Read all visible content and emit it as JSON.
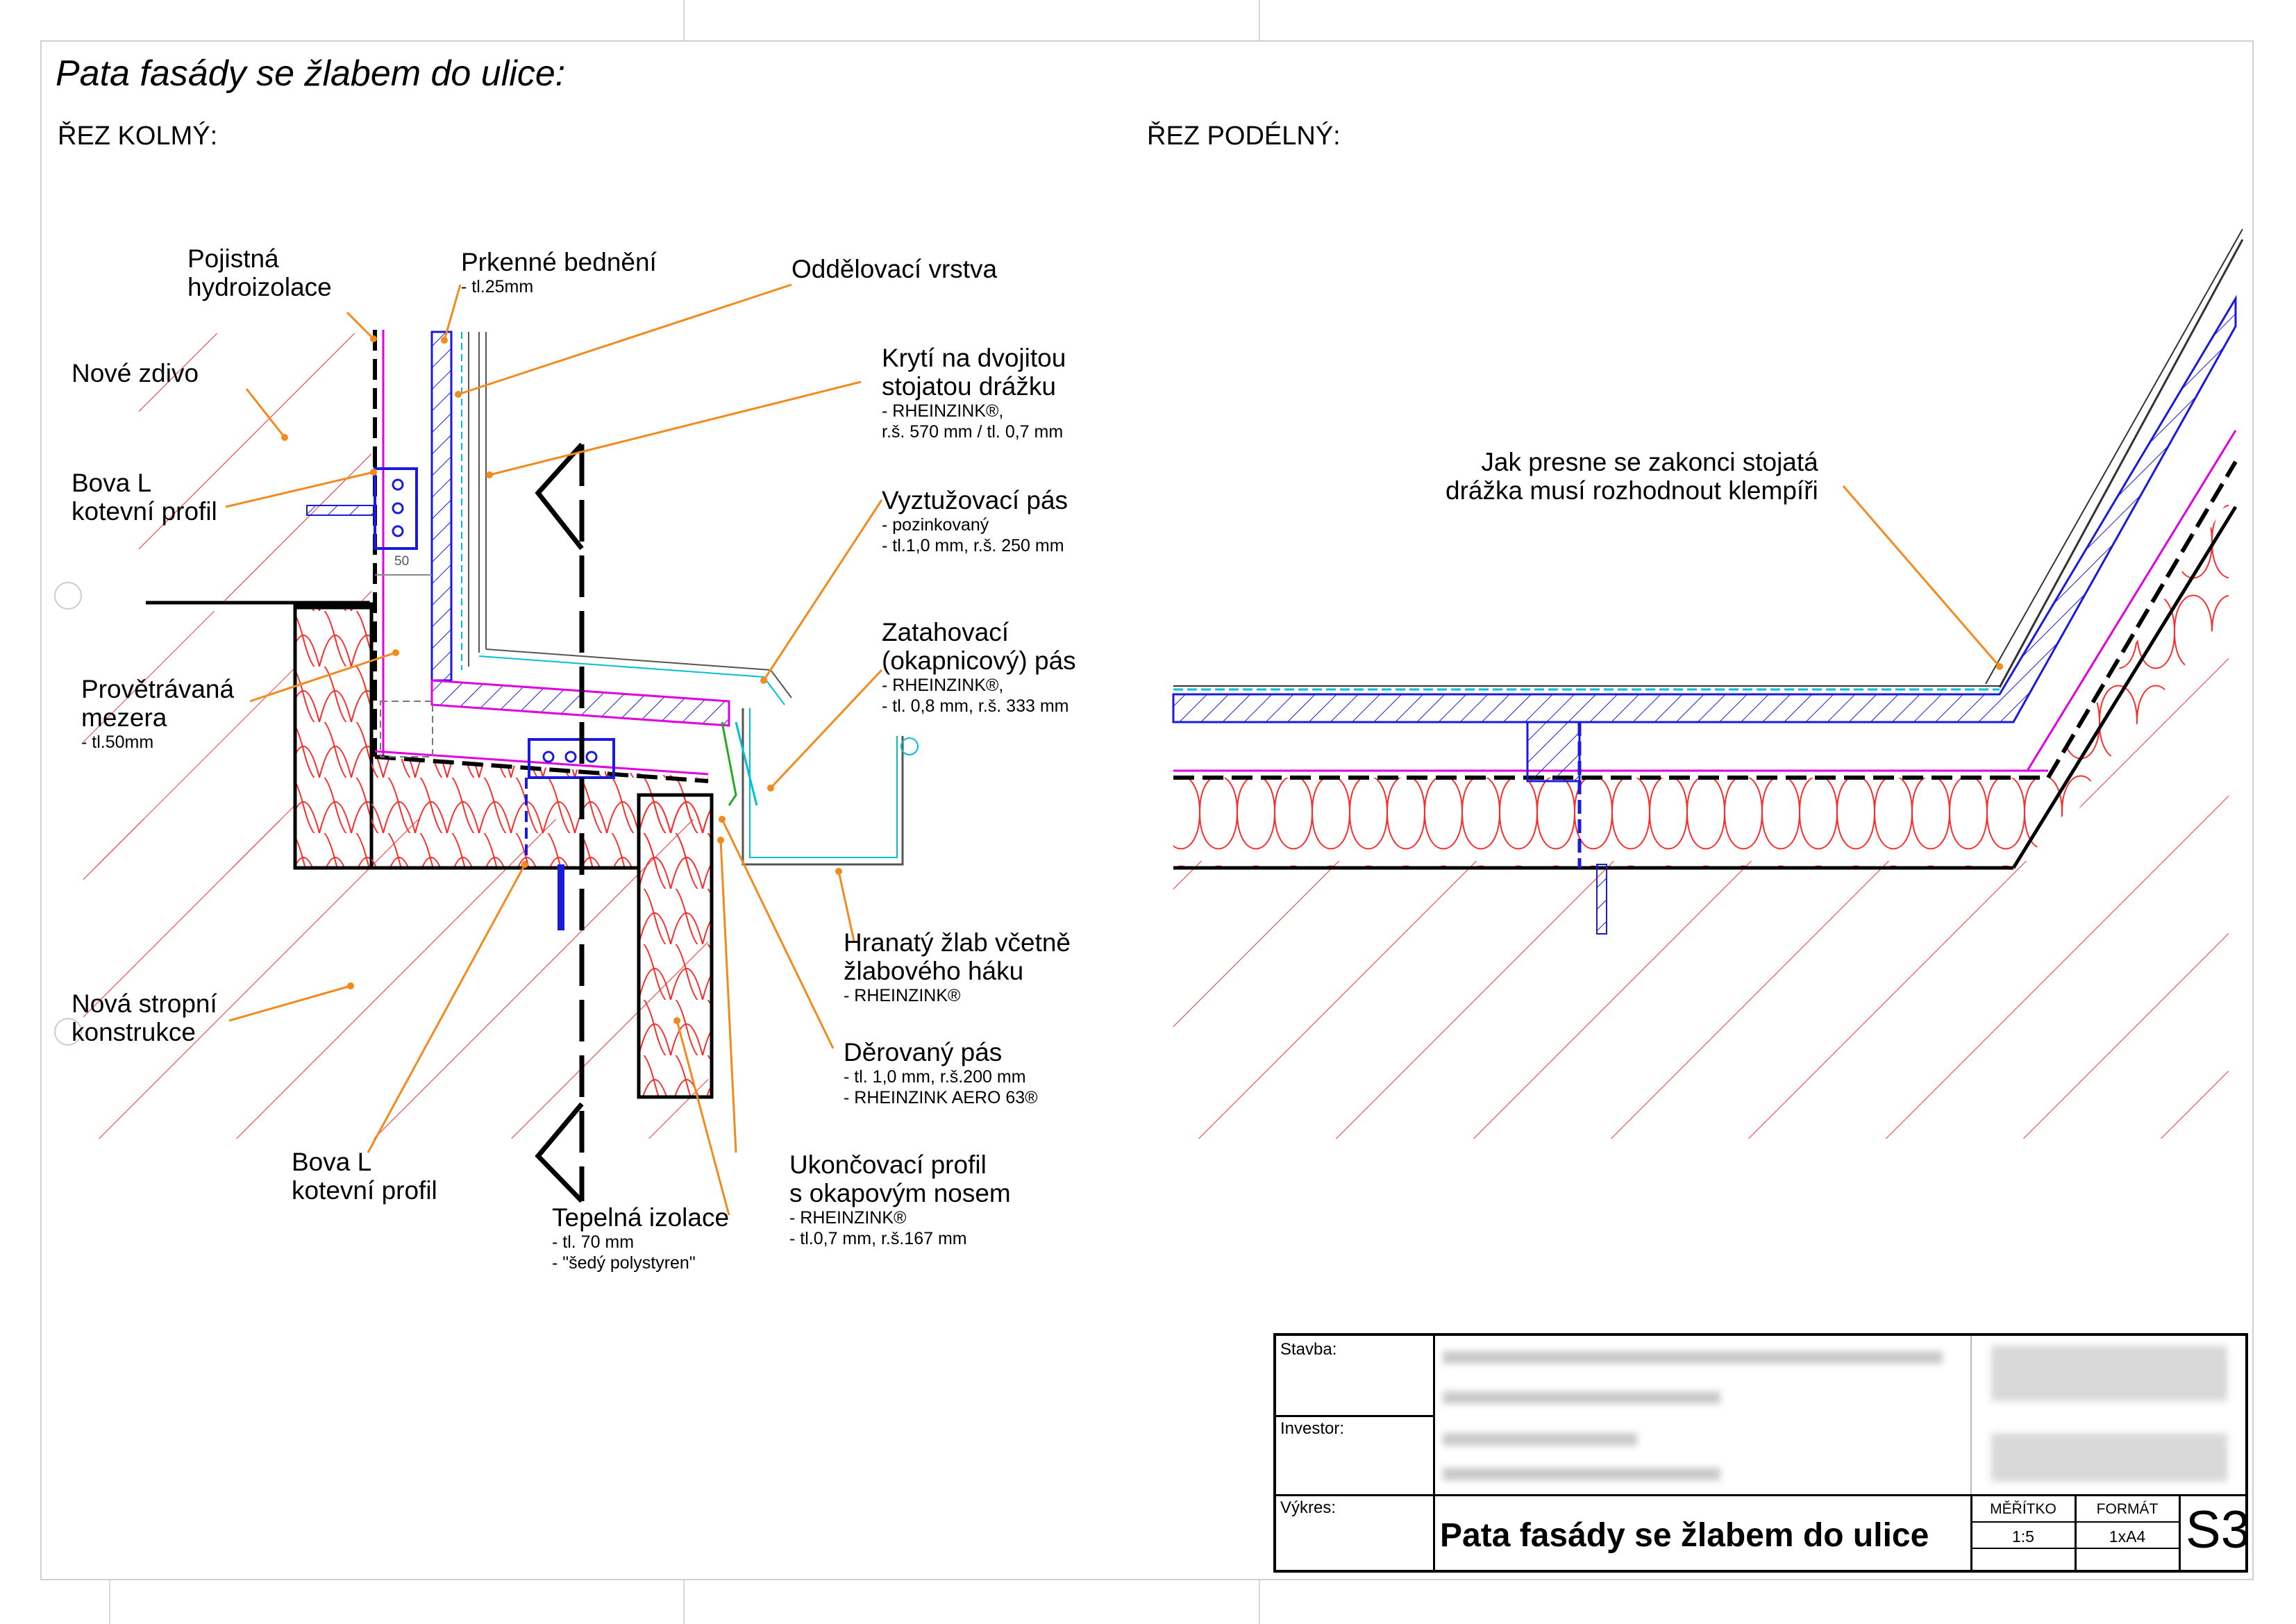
{
  "title": "Pata fasády se žlabem do ulice:",
  "sections": {
    "left": "ŘEZ KOLMÝ:",
    "right": "ŘEZ PODÉLNÝ:"
  },
  "labels": {
    "pojistna": {
      "line1": "Pojistná",
      "line2": "hydroizolace"
    },
    "prkenne": {
      "main": "Prkenné bednění",
      "sub1": "- tl.25mm"
    },
    "oddelovaci": {
      "main": "Oddělovací vrstva"
    },
    "kryti": {
      "line1": "Krytí na dvojitou",
      "line2": "stojatou drážku",
      "sub1": "- RHEINZINK®,",
      "sub2": "r.š. 570 mm / tl. 0,7 mm"
    },
    "nove_zdivo": {
      "main": "Nové zdivo"
    },
    "bova_top": {
      "line1": "Bova L",
      "line2": "kotevní profil"
    },
    "dimension_50": "50",
    "vyztuzovaci": {
      "main": "Vyztužovací pás",
      "sub1": "- pozinkovaný",
      "sub2": "- tl.1,0 mm, r.š. 250 mm"
    },
    "zatahovaci": {
      "line1": "Zatahovací",
      "line2": "(okapnicový) pás",
      "sub1": "- RHEINZINK®,",
      "sub2": "- tl. 0,8 mm, r.š. 333 mm"
    },
    "provetravana": {
      "line1": "Provětrávaná",
      "line2": "mezera",
      "sub1": "- tl.50mm"
    },
    "hranaty": {
      "line1": "Hranatý žlab včetně",
      "line2": "žlabového háku",
      "sub1": "- RHEINZINK®"
    },
    "derovany": {
      "main": "Děrovaný pás",
      "sub1": "- tl. 1,0 mm, r.š.200 mm",
      "sub2": "- RHEINZINK AERO 63®"
    },
    "nova_stropni": {
      "line1": "Nová stropní",
      "line2": "konstrukce"
    },
    "bova_bottom": {
      "line1": "Bova L",
      "line2": "kotevní profil"
    },
    "ukoncovaci": {
      "line1": "Ukončovací profil",
      "line2": "s okapovým nosem",
      "sub1": "- RHEINZINK®",
      "sub2": "- tl.0,7 mm, r.š.167 mm"
    },
    "tepelna": {
      "main": "Tepelná izolace",
      "sub1": "- tl. 70 mm",
      "sub2": "- \"šedý polystyren\""
    },
    "jak_presne": {
      "line1": "Jak presne se zakonci stojatá",
      "line2": "drážka musí rozhodnout klempíři"
    }
  },
  "title_block": {
    "stavba_label": "Stavba:",
    "investor_label": "Investor:",
    "vykres_label": "Výkres:",
    "drawing_title": "Pata fasády se žlabem do ulice",
    "meritko_label": "MĚŘÍTKO",
    "meritko_value": "1:5",
    "format_label": "FORMÁT",
    "format_value": "1xA4",
    "sheet_number": "S3"
  },
  "colors": {
    "leader": "#f28a1e",
    "hatch": "#ff2a2a",
    "magenta": "#e000e0",
    "blue": "#1a1adc",
    "cyan": "#00c0d8",
    "green": "#22aa22"
  }
}
